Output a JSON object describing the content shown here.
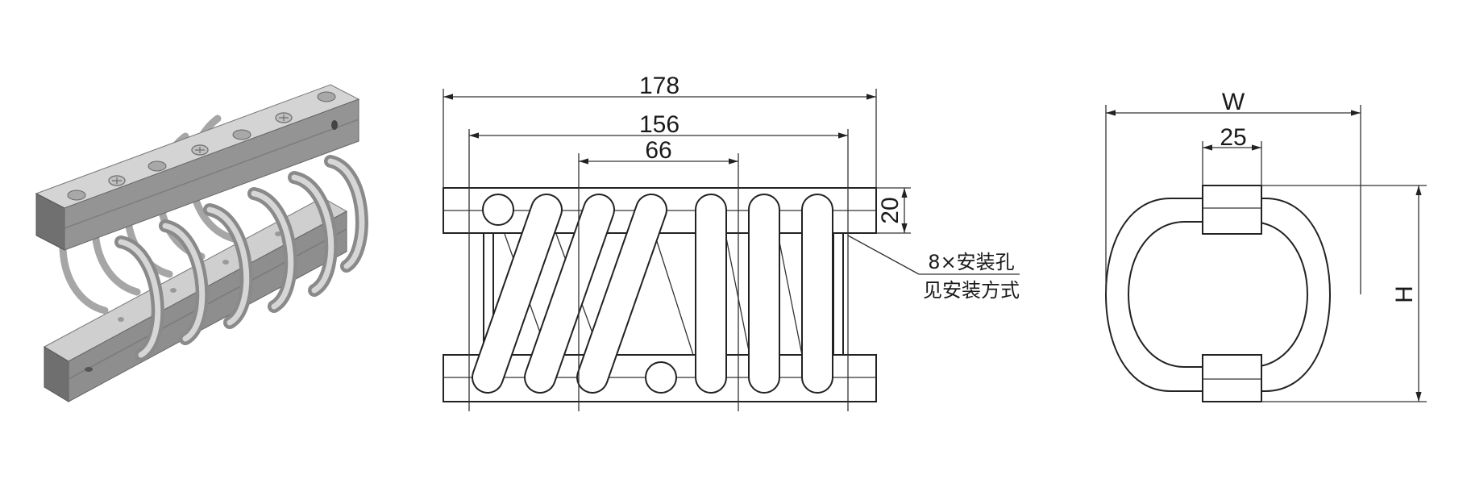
{
  "front_view": {
    "dim_overall": "178",
    "dim_hole_span": "156",
    "dim_pitch": "66",
    "dim_plate": "20",
    "note_line1": "8×安装孔",
    "note_line2": "见安装方式"
  },
  "side_view": {
    "dim_width": "W",
    "dim_clamp": "25",
    "dim_height": "H"
  },
  "colors": {
    "line": "#222222",
    "plate_top": "#c9c9c9",
    "plate_front": "#8e8e8e",
    "cable": "#b3b3b3"
  }
}
